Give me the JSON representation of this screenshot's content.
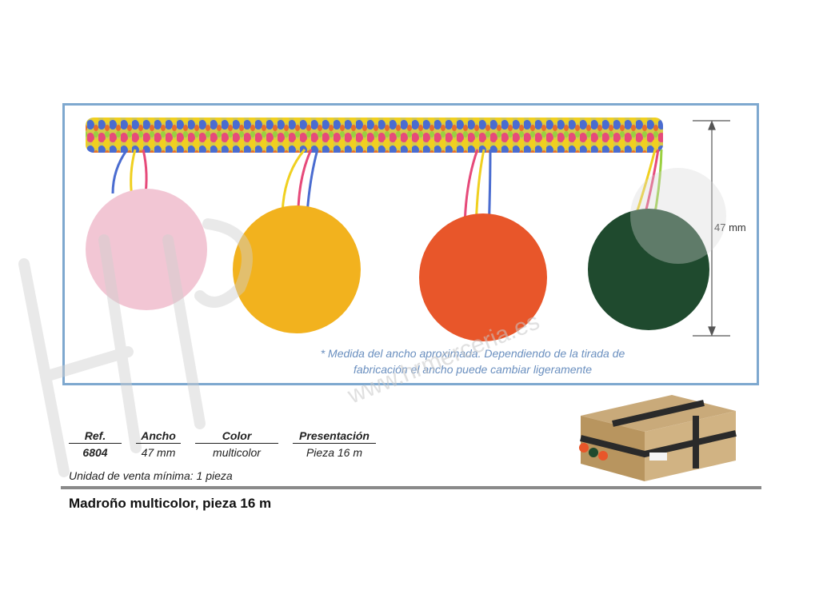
{
  "dimension": "47 mm",
  "footnote": {
    "line1": "* Medida del ancho aproximada. Dependiendo de la tirada de",
    "line2": "fabricación el ancho puede cambiar ligeramente"
  },
  "specs": {
    "headers": [
      "Ref.",
      "Ancho",
      "Color",
      "Presentación"
    ],
    "values": [
      "6804",
      "47 mm",
      "multicolor",
      "Pieza 16 m"
    ]
  },
  "min_unit": "Unidad de venta mínima: 1 pieza",
  "title": "Madroño multicolor, pieza 16 m",
  "watermark": "www.hrmerceria.es",
  "colors": {
    "frame": "#7ea8cf",
    "footnote": "#6a8fbf",
    "pompom_pink": "#f2c6d4",
    "pompom_yellow": "#f2b21e",
    "pompom_orange": "#e8562a",
    "pompom_green": "#1f4a2e"
  }
}
